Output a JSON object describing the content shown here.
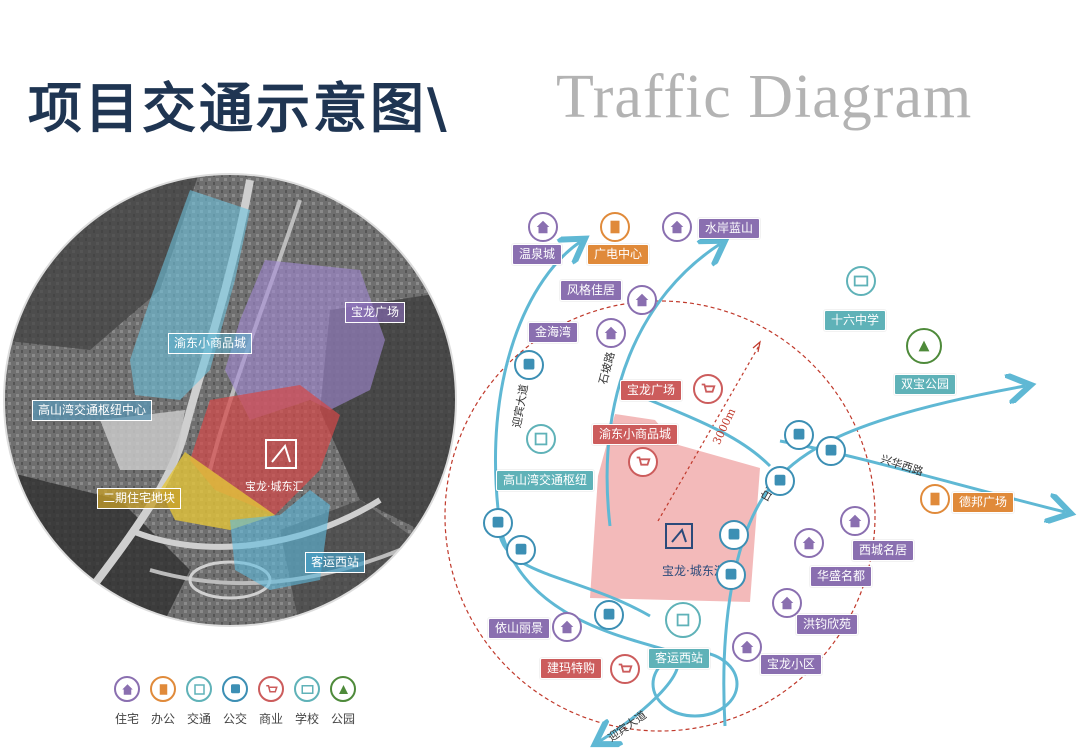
{
  "title": {
    "cn": "项目交通示意图\\",
    "en": "Traffic Diagram"
  },
  "colors": {
    "residential": "#8a6fb0",
    "office": "#e08a3a",
    "transport": "#5fb2b8",
    "bus": "#3c8fb4",
    "commerce": "#cc5c5c",
    "school": "#5fb2b8",
    "park": "#4e8a3a",
    "title": "#1f3552"
  },
  "left_map": {
    "labels": {
      "yudong": "渝东小商品城",
      "baolong": "宝龙广场",
      "gaoshanwan": "高山湾交通枢纽中心",
      "phase2": "二期住宅地块",
      "keyun": "客运西站",
      "logo": "宝龙·城东汇"
    }
  },
  "right_map": {
    "places": {
      "wenquan": "温泉城",
      "guangdian": "广电中心",
      "shuian": "水岸蓝山",
      "fengge": "风格佳居",
      "jinhaiwan": "金海湾",
      "shiliu": "十六中学",
      "shuangbao": "双宝公园",
      "baolong_plaza": "宝龙广场",
      "yudong": "渝东小商品城",
      "gaoshanwan": "高山湾交通枢纽",
      "debang": "德邦广场",
      "xicheng": "西城名居",
      "huasheng": "华盛名都",
      "hongjun": "洪钧欣苑",
      "baolong_xq": "宝龙小区",
      "yishan": "依山丽景",
      "keyun": "客运西站",
      "jianma": "建玛特购",
      "logo": "宝龙·城东汇"
    },
    "roads": {
      "yingbin1": "迎宾大道",
      "yingbin2": "迎宾大道",
      "shipo": "石坡路",
      "baihua": "白花路",
      "xinghua": "兴华西路",
      "radius": "3000m"
    }
  },
  "legend": [
    {
      "label": "住宅",
      "icon": "house-icon",
      "color": "#8a6fb0"
    },
    {
      "label": "办公",
      "icon": "office-icon",
      "color": "#e08a3a"
    },
    {
      "label": "交通",
      "icon": "transport-hub-icon",
      "color": "#5fb2b8"
    },
    {
      "label": "公交",
      "icon": "bus-icon",
      "color": "#3c8fb4"
    },
    {
      "label": "商业",
      "icon": "cart-icon",
      "color": "#cc5c5c"
    },
    {
      "label": "学校",
      "icon": "book-icon",
      "color": "#5fb2b8"
    },
    {
      "label": "公园",
      "icon": "park-icon",
      "color": "#4e8a3a"
    }
  ]
}
